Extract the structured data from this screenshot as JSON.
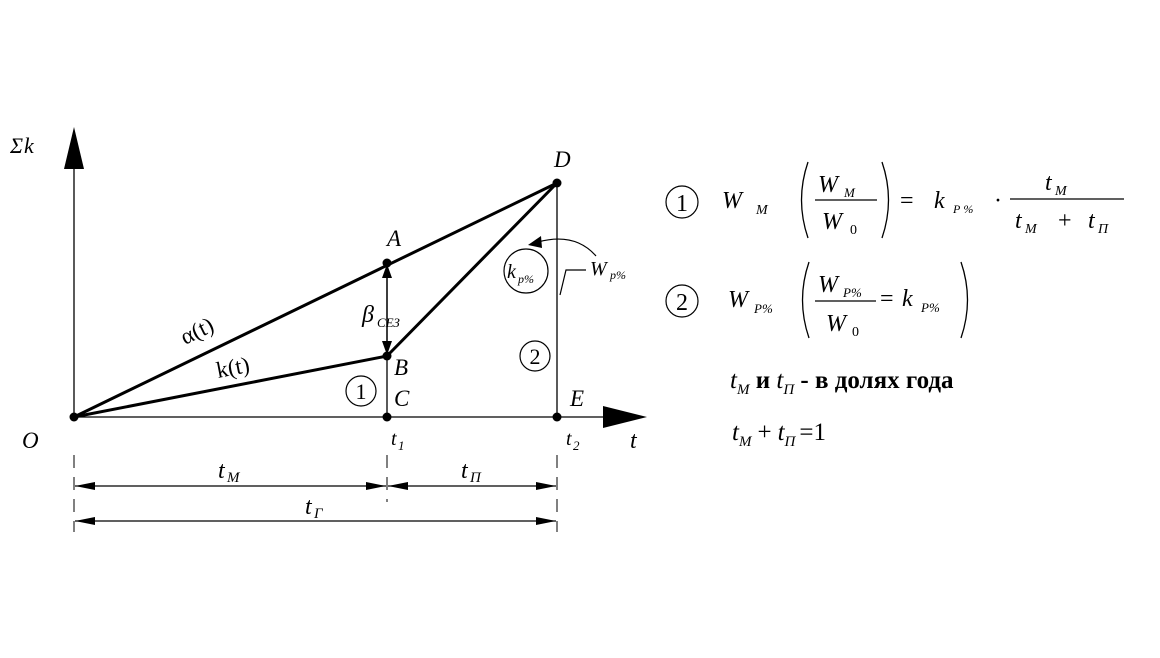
{
  "axes": {
    "y_label_sigma": "Σ",
    "y_label_k": "k",
    "x_label": "t"
  },
  "points": {
    "O": "O",
    "A": "A",
    "B": "B",
    "C": "C",
    "D": "D",
    "E": "E"
  },
  "ticks": {
    "t1_base": "t",
    "t1_sub": "1",
    "t2_base": "t",
    "t2_sub": "2"
  },
  "curves": {
    "alpha": "α(t)",
    "k": "k(t)"
  },
  "annotations": {
    "beta_base": "β",
    "beta_sub": "СЕЗ",
    "kp_base": "k",
    "kp_sub": "р%",
    "wp_base": "W",
    "wp_sub": "р%",
    "region1": "1",
    "region2": "2"
  },
  "dimensions": {
    "tm_base": "t",
    "tm_sub": "М",
    "tp_base": "t",
    "tp_sub": "П",
    "tg_base": "t",
    "tg_sub": "Г"
  },
  "formulas": {
    "f1_number": "1",
    "f1_W": "W",
    "f1_W_sub": "М",
    "f1_frac_num": "W",
    "f1_frac_num_sub": "М",
    "f1_frac_den": "W",
    "f1_frac_den_sub": "0",
    "f1_eq": "=",
    "f1_k": "k",
    "f1_k_sub": "Р %",
    "f1_dot": "·",
    "f1_rnum": "t",
    "f1_rnum_sub": "М",
    "f1_rden_a": "t",
    "f1_rden_a_sub": "М",
    "f1_plus": "+",
    "f1_rden_b": "t",
    "f1_rden_b_sub": "П",
    "f2_number": "2",
    "f2_W": "W",
    "f2_W_sub": "Р%",
    "f2_frac_num": "W",
    "f2_frac_num_sub": "Р%",
    "f2_frac_den": "W",
    "f2_frac_den_sub": "0",
    "f2_eq": "=",
    "f2_k": "k",
    "f2_k_sub": "Р%",
    "note_t1": "t",
    "note_t1_sub": "М",
    "note_and": " и ",
    "note_t2": "t",
    "note_t2_sub": "П",
    "note_text": " - в долях года",
    "sum_t1": "t",
    "sum_t1_sub": "М",
    "sum_plus": "+",
    "sum_t2": "t",
    "sum_t2_sub": "П",
    "sum_eq": "=1"
  }
}
